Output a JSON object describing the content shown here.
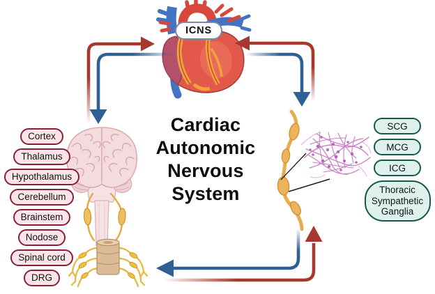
{
  "diagram": {
    "title_lines": [
      "Cardiac",
      "Autonomic",
      "Nervous",
      "System"
    ],
    "heart_label": "ICNS",
    "cns_labels": [
      "Cortex",
      "Thalamus",
      "Hypothalamus",
      "Cerebellum",
      "Brainstem",
      "Nodose",
      "Spinal cord",
      "DRG"
    ],
    "ganglia_labels": [
      "SCG",
      "MCG",
      "ICG",
      "Thoracic Sympathetic Ganglia"
    ],
    "colors": {
      "arrow_red": "#A7382D",
      "arrow_blue": "#2E6094",
      "cns_pill_fill": "#FBE5EA",
      "cns_pill_border": "#8A1E35",
      "ganglia_pill_fill": "#DFF1EC",
      "ganglia_pill_border": "#14594C",
      "icns_pill_border": "#7A88A8",
      "chain_yellow": "#E8AC50",
      "plexus_purple": "#C77BC8",
      "heart_red": "#E2594B",
      "brain_pink": "#F3DBDE",
      "spinal_tan": "#DCBC98"
    }
  }
}
